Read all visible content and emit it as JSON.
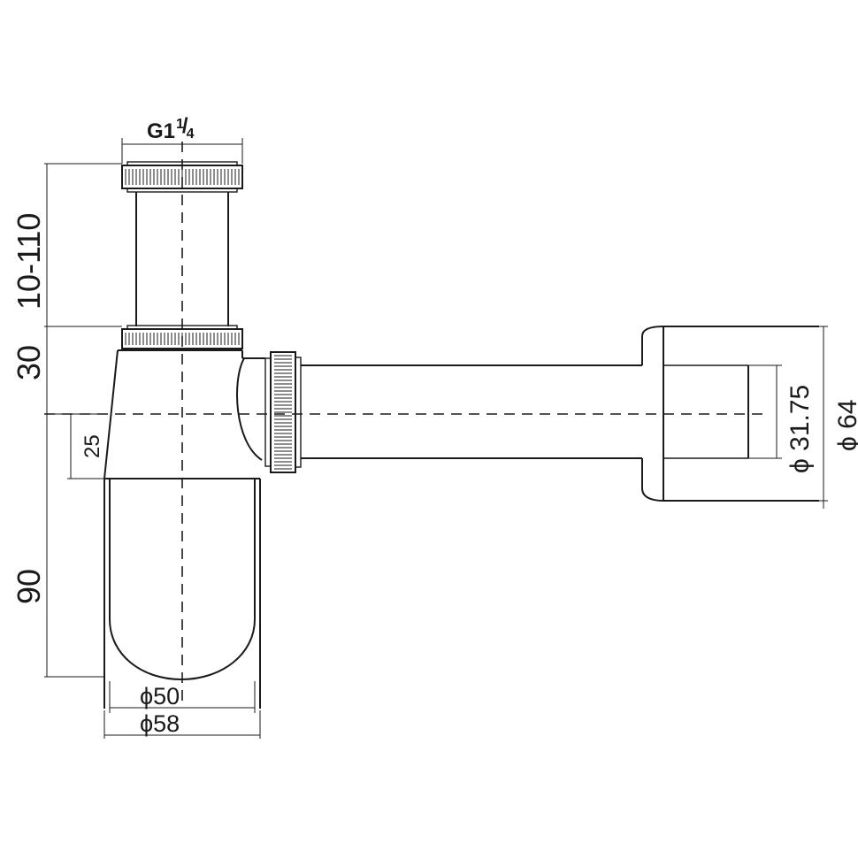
{
  "diagram": {
    "colors": {
      "line": "#1a1a1a",
      "background": "#ffffff"
    },
    "dimensions": {
      "thread": {
        "main": "G1",
        "sup": "1",
        "sub": "4"
      },
      "adjust_height": "10-110",
      "body_height": "30",
      "outlet_offset": "25",
      "cup_height": "90",
      "inner_diameter": "ϕ50",
      "outer_diameter": "ϕ58",
      "pipe_diameter": "ϕ 31.75",
      "rosette_diameter": "ϕ 64"
    }
  }
}
